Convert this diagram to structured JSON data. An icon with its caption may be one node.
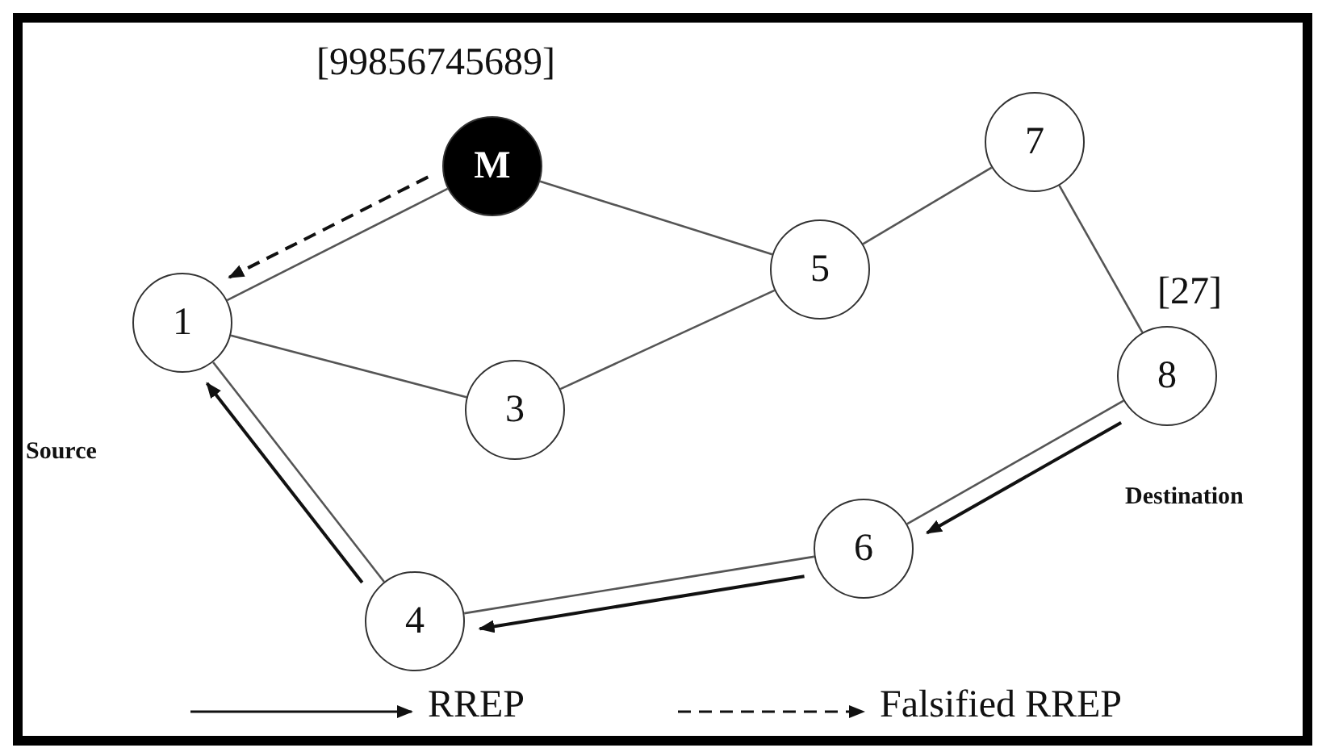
{
  "diagram": {
    "nodes": [
      {
        "text": [
          "M"
        ],
        "beside": [
          "[99856745689]"
        ]
      },
      {
        "text": [
          "1"
        ],
        "beside": [
          "Source"
        ]
      },
      {
        "text": [
          "3"
        ]
      },
      {
        "text": [
          "4"
        ]
      },
      {
        "text": [
          "5"
        ]
      },
      {
        "text": [
          "6"
        ]
      },
      {
        "text": [
          "7"
        ]
      },
      {
        "text": [
          "8"
        ],
        "beside": [
          "[27]",
          "Destination"
        ]
      }
    ],
    "edges": [
      {
        "from": 0,
        "to": 1,
        "arrow": "none"
      },
      {
        "from": 0,
        "to": 4,
        "arrow": "none"
      },
      {
        "from": 1,
        "to": 2,
        "arrow": "none"
      },
      {
        "from": 2,
        "to": 4,
        "arrow": "none"
      },
      {
        "from": 4,
        "to": 6,
        "arrow": "none"
      },
      {
        "from": 6,
        "to": 7,
        "arrow": "none"
      },
      {
        "from": 7,
        "to": 5,
        "arrow": "none"
      },
      {
        "from": 5,
        "to": 3,
        "arrow": "none"
      },
      {
        "from": 3,
        "to": 1,
        "arrow": "none"
      },
      {
        "from": 0,
        "to": 1,
        "arrow": "to",
        "style": "dashed"
      },
      {
        "from": 7,
        "to": 5,
        "arrow": "to"
      },
      {
        "from": 5,
        "to": 3,
        "arrow": "to"
      },
      {
        "from": 3,
        "to": 1,
        "arrow": "to"
      }
    ],
    "legend": [
      {
        "text": "RREP"
      },
      {
        "text": "Falsified RREP"
      }
    ]
  }
}
